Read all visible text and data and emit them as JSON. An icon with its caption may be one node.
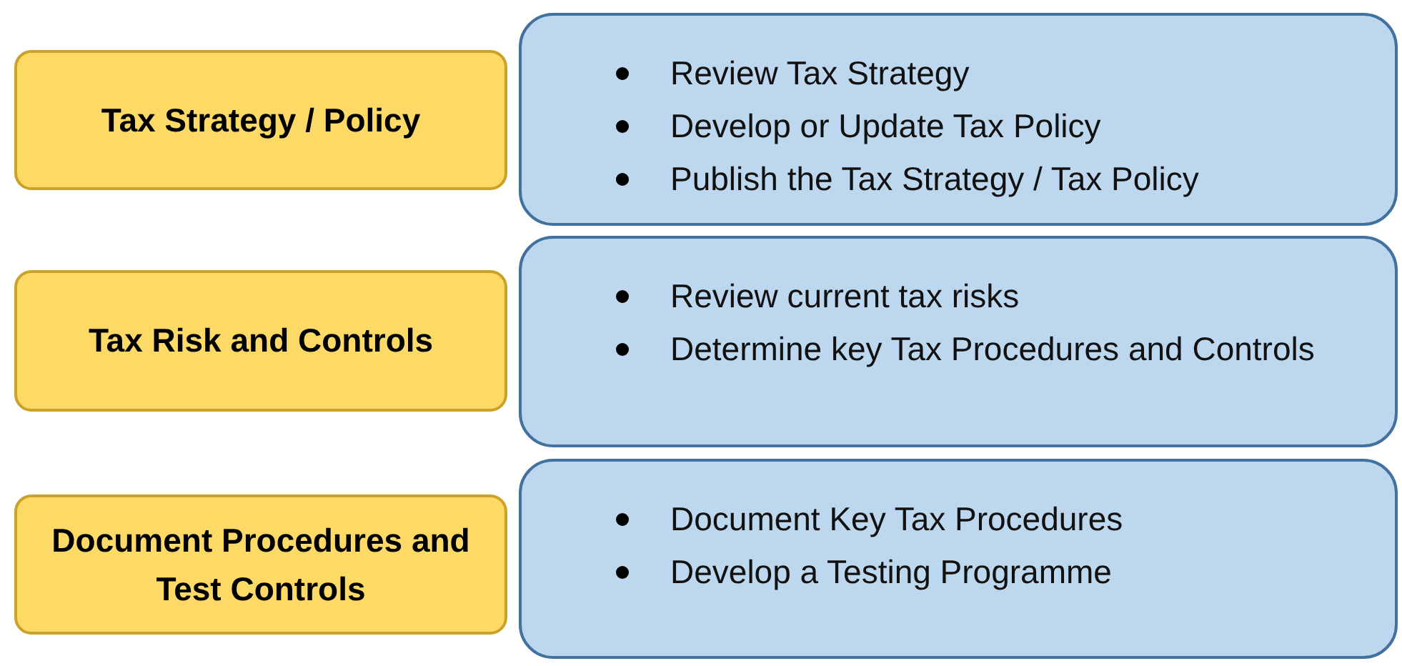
{
  "diagram": {
    "nodes": [
      {
        "text": [
          "Tax Strategy / Policy"
        ]
      },
      {
        "text": [
          "Review Tax Strategy",
          "Develop or Update Tax Policy",
          "Publish the Tax Strategy / Tax Policy"
        ]
      },
      {
        "text": [
          "Tax Risk and Controls"
        ]
      },
      {
        "text": [
          "Review current tax risks",
          "Determine key Tax Procedures and Controls"
        ]
      },
      {
        "text": [
          "Document Procedures and Test Controls"
        ]
      },
      {
        "text": [
          "Document Key Tax Procedures",
          "Develop a Testing Programme"
        ]
      }
    ]
  }
}
